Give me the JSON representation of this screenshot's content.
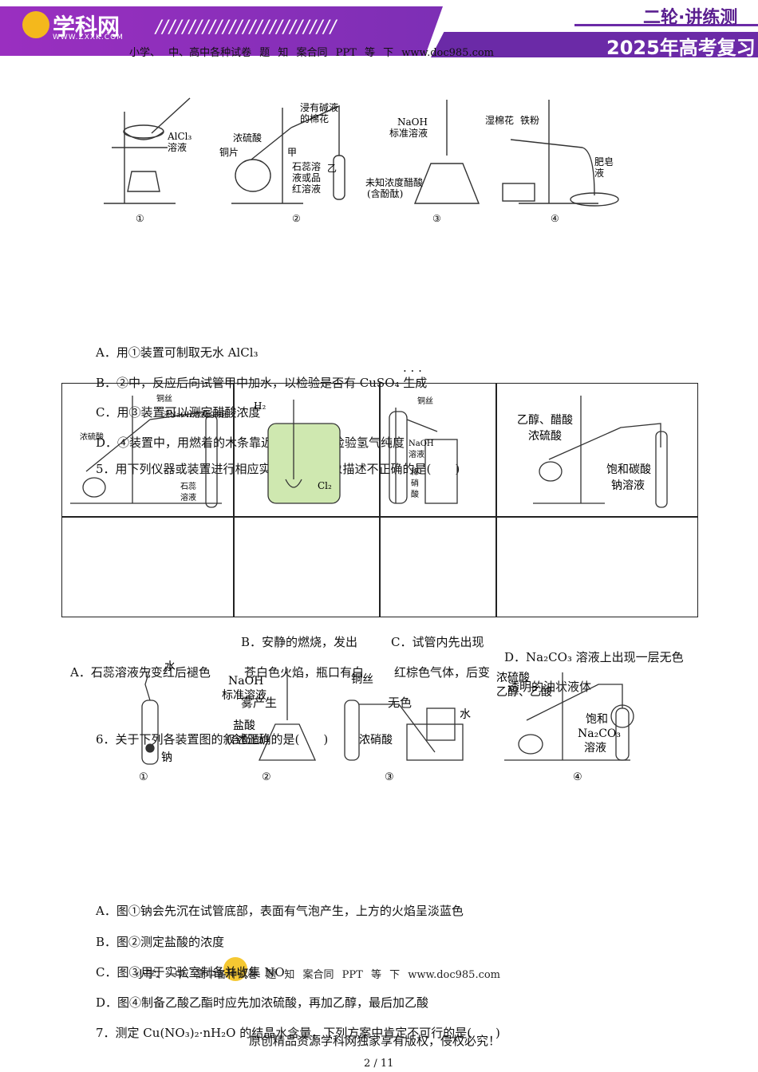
{
  "header": {
    "logo_text": "学科网",
    "logo_url": "WWW.ZXXK.COM",
    "slashes": "///////////////////////////",
    "series": "二轮·讲练测",
    "year_title": "2025年高考复习"
  },
  "watermark_top": "小学、 中、高中各种试卷 题 知 案合同 PPT 等 下 www.doc985.com",
  "watermark_bottom": "小学、 中、高中各种试卷 题 知 案合同 PPT 等 下 www.doc985.com",
  "fig1": {
    "labels": {
      "alcl3": "AlCl₃",
      "solution": "溶液",
      "alkali_cotton": "浸有碱液",
      "alkali_cotton2": "的棉花",
      "conc_h2so4": "浓硫酸",
      "copper": "铜片",
      "jia": "甲",
      "litmus": "石蕊溶",
      "litmus2": "液或品",
      "litmus3": "红溶液",
      "yi": "乙",
      "naoh": "NaOH",
      "naoh_std": "标准溶液",
      "unknown": "未知浓度醋酸",
      "phenol": "(含酚酞)",
      "wet_cotton": "湿棉花",
      "iron": "铁粉",
      "soap": "肥皂",
      "soap2": "液"
    },
    "numbers": [
      "①",
      "②",
      "③",
      "④"
    ]
  },
  "q4_options": {
    "A": "A．用①装置可制取无水 AlCl₃",
    "B": "B．②中，反应后向试管甲中加水，以检验是否有 CuSO₄ 生成",
    "C": "C．用③装置可以测定醋酸浓度",
    "D": "D．④装置中，用燃着的木条靠近肥皂泡前须检验氢气纯度"
  },
  "dots": "· · ·",
  "q5": "5．用下列仪器或装置进行相应实验，部分现象描述不正确的是(　　)",
  "table": {
    "c1": {
      "label_cu": "铜丝",
      "label_h2so4": "浓硫酸",
      "label_naoh": "浸NaOH溶液的棉团",
      "label_litmus": "石蕊",
      "label_litmus2": "溶液"
    },
    "c2": {
      "label_h2": "H₂",
      "label_cl2": "Cl₂"
    },
    "c3": {
      "label_cu": "铜丝",
      "label_naoh": "NaOH",
      "label_naoh2": "溶液",
      "label_acid": "稀",
      "label_acid2": "硝",
      "label_acid3": "酸"
    },
    "c4": {
      "label1": "乙醇、醋酸",
      "label2": "浓硫酸",
      "label3": "饱和碳酸",
      "label4": "钠溶液"
    }
  },
  "q5_options": {
    "A_line1": "A．石蕊溶液先变红后褪色",
    "A_cont": "苍白色火焰，瓶口有白",
    "A_cont2": "红棕色气体，后变",
    "A_mist": "雾产生",
    "A_colorless": "无色",
    "B": "B．安静的燃烧，发出",
    "C": "C．试管内先出现",
    "D_line1": "D．Na₂CO₃ 溶液上出现一层无色",
    "D_line2": "透明的油状液体"
  },
  "q6": "6．关于下列各装置图的叙述正确的是(　　)",
  "fig3": {
    "labels": {
      "water": "水",
      "sodium": "钠",
      "naoh": "NaOH",
      "naoh_std": "标准溶液",
      "hcl": "盐酸",
      "phenol": "(含酚酞)",
      "cu_wire": "铜丝",
      "conc_hno3": "浓硝酸",
      "water2": "水",
      "conc_h2so4": "浓硫酸",
      "ethanol": "乙醇、乙酸",
      "saturated": "饱和",
      "na2co3": "Na₂CO₃",
      "solution": "溶液"
    },
    "numbers": [
      "①",
      "②",
      "③",
      "④"
    ]
  },
  "q6_options": {
    "A": "A．图①钠会先沉在试管底部，表面有气泡产生，上方的火焰呈淡蓝色",
    "B": "B．图②测定盐酸的浓度",
    "C": "C．图③用于实验室制备并收集 NO",
    "D": "D．图④制备乙酸乙酯时应先加浓硫酸，再加乙醇，最后加乙酸"
  },
  "q7": "7．测定 Cu(NO₃)₂·nH₂O 的结晶水含量，下列方案中肯定不可行的是(　　)",
  "copyright": "原创精品资源学科网独家享有版权，侵权必究！",
  "page": "2 / 11"
}
